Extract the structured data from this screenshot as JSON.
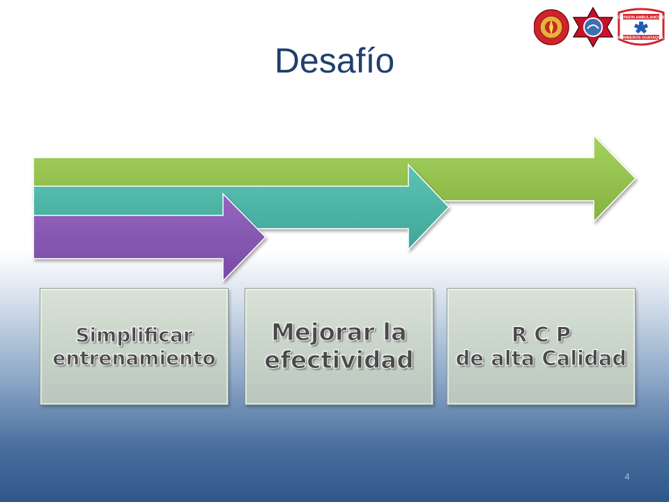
{
  "slide": {
    "title": "Desafío",
    "page_number": "4"
  },
  "logos": [
    {
      "name": "benemerito-cuerpo-bomberos-guayaquil-seal",
      "color": "#d2232a"
    },
    {
      "name": "fire-department-maltese-cross-badge",
      "color": "#c8102e"
    },
    {
      "name": "division-ambulancias-bomberos-guayaquil-badge",
      "color": "#d2232a",
      "label_top": "DIVISION AMBULANCIAS",
      "label_bottom": "BOMBEROS GUAYAQUIL"
    }
  ],
  "arrows": [
    {
      "name": "green-arrow",
      "color": "#92c050"
    },
    {
      "name": "teal-arrow",
      "color": "#4bb5a8"
    },
    {
      "name": "purple-arrow",
      "color": "#8557b0"
    }
  ],
  "boxes": [
    {
      "lines": [
        "Simplificar",
        "entrenamiento"
      ]
    },
    {
      "lines": [
        "Mejorar la",
        "efectividad"
      ]
    },
    {
      "lines": [
        "R C P",
        "de alta Calidad"
      ]
    }
  ]
}
